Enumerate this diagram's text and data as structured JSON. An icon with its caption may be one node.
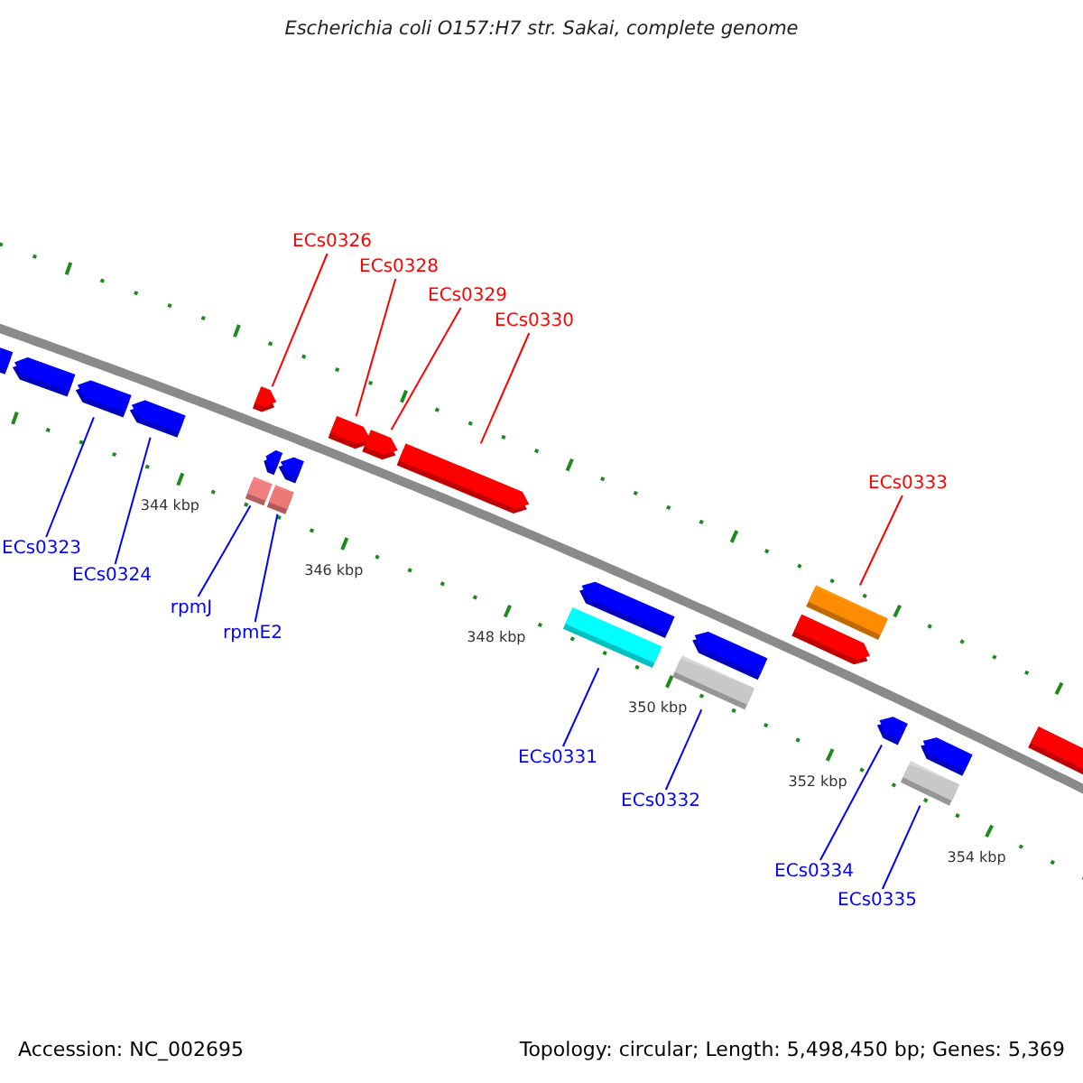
{
  "diagram": {
    "title": "Escherichia coli O157:H7 str. Sakai, complete genome",
    "nodes": [
      {
        "text": [
          "ECs0326"
        ]
      },
      {
        "text": [
          "ECs0328"
        ]
      },
      {
        "text": [
          "ECs0329"
        ]
      },
      {
        "text": [
          "ECs0330"
        ]
      },
      {
        "text": [
          "ECs0333"
        ]
      },
      {
        "text": [
          "ECs0323"
        ]
      },
      {
        "text": [
          "ECs0324"
        ]
      },
      {
        "text": [
          "rpmJ"
        ]
      },
      {
        "text": [
          "rpmE2"
        ]
      },
      {
        "text": [
          "ECs0331"
        ]
      },
      {
        "text": [
          "ECs0332"
        ]
      },
      {
        "text": [
          "ECs0334"
        ]
      },
      {
        "text": [
          "ECs0335"
        ]
      },
      {
        "text": [],
        "shape": "pentagon"
      },
      {
        "text": [],
        "shape": "pentagon"
      },
      {
        "text": [],
        "shape": "pentagon"
      },
      {
        "text": [],
        "shape": "pentagon"
      },
      {
        "text": [],
        "shape": "box"
      },
      {
        "text": [],
        "shape": "pentagon"
      },
      {
        "text": [],
        "shape": "pentagon"
      },
      {
        "text": [],
        "shape": "box"
      },
      {
        "text": [],
        "shape": "pentagon"
      },
      {
        "text": [],
        "shape": "pentagon"
      },
      {
        "text": [],
        "shape": "pentagon"
      },
      {
        "text": [],
        "shape": "pentagon"
      },
      {
        "text": [],
        "shape": "box"
      },
      {
        "text": [],
        "shape": "pentagon"
      },
      {
        "text": [],
        "shape": "box"
      },
      {
        "text": [],
        "shape": "pentagon"
      },
      {
        "text": [],
        "shape": "pentagon"
      },
      {
        "text": [],
        "shape": "box"
      },
      {
        "text": [],
        "shape": "pentagon"
      },
      {
        "text": [],
        "shape": "box"
      },
      {
        "text": [],
        "shape": "pentagon"
      },
      {
        "text": [],
        "shape": "pentagon"
      }
    ],
    "edges": [
      {
        "from": 0,
        "to": 18,
        "arrow": "none",
        "color": "#ff0000"
      },
      {
        "from": 1,
        "to": 22,
        "arrow": "none",
        "color": "#ff0000"
      },
      {
        "from": 2,
        "to": 23,
        "arrow": "none",
        "color": "#ff0000"
      },
      {
        "from": 3,
        "to": 24,
        "arrow": "none",
        "color": "#ff0000"
      },
      {
        "from": 4,
        "to": 30,
        "arrow": "none",
        "color": "#ff0000"
      },
      {
        "from": 5,
        "to": 15,
        "arrow": "none"
      },
      {
        "from": 6,
        "to": 16,
        "arrow": "none"
      },
      {
        "from": 7,
        "to": 17,
        "arrow": "none"
      },
      {
        "from": 8,
        "to": 20,
        "arrow": "none"
      },
      {
        "from": 9,
        "to": 25,
        "arrow": "none"
      },
      {
        "from": 10,
        "to": 27,
        "arrow": "none"
      },
      {
        "from": 11,
        "to": 31,
        "arrow": "none"
      },
      {
        "from": 12,
        "to": 32,
        "arrow": "none"
      }
    ],
    "labels": [
      "344 kbp",
      "346 kbp",
      "348 kbp",
      "350 kbp",
      "352 kbp",
      "354 kbp",
      "Accession: NC_002695",
      "Topology: circular; Length: 5,498,450 bp; Genes: 5,369"
    ]
  }
}
